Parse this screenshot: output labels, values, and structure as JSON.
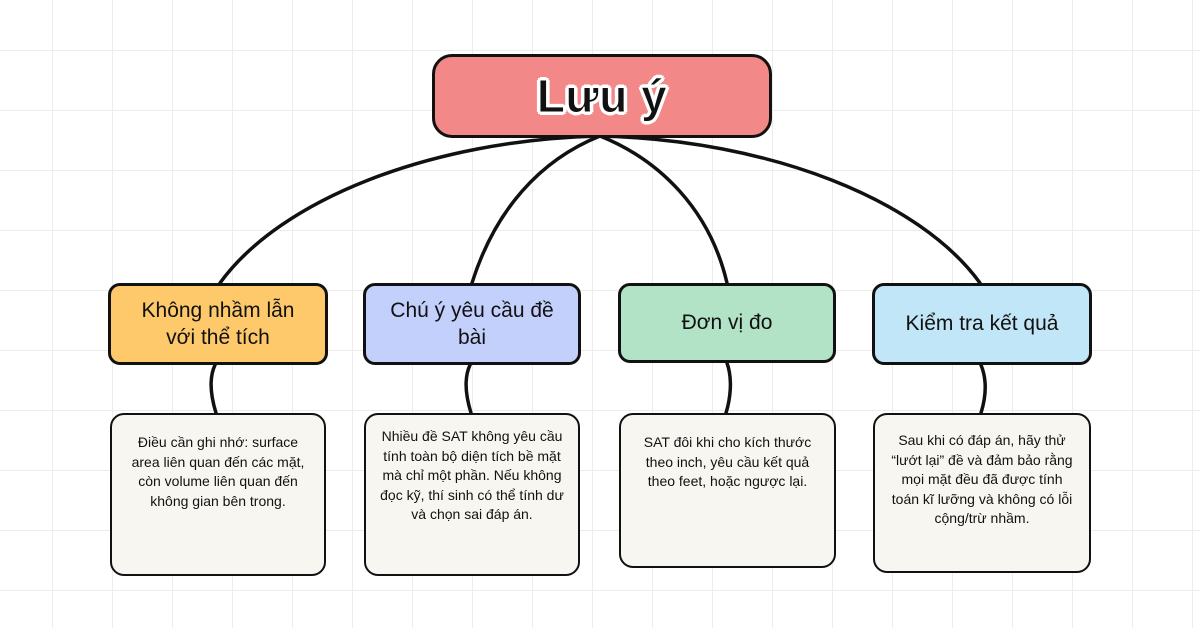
{
  "title": "Lưu ý",
  "categories": [
    {
      "label": "Không nhầm lẫn với thể tích",
      "color": "#fdc96b",
      "note": "Điều cần ghi nhớ: surface area liên quan đến các mặt, còn volume liên quan đến không gian bên trong."
    },
    {
      "label": "Chú ý yêu cầu đề bài",
      "color": "#c3d0fb",
      "note": "Nhiều đề SAT không yêu cầu tính toàn bộ diện tích bề mặt mà chỉ một phần. Nếu không đọc kỹ, thí sinh có thể tính dư và chọn sai đáp án."
    },
    {
      "label": "Đơn vị đo",
      "color": "#b3e3c6",
      "note": "SAT đôi khi cho kích thước theo inch, yêu cầu kết quả theo feet, hoặc ngược lại."
    },
    {
      "label": "Kiểm tra kết quả",
      "color": "#c0e6f7",
      "note": "Sau khi có đáp án, hãy thử “lướt lại” đề và đảm bảo rằng mọi mặt đều đã được tính toán kĩ lưỡng và không có lỗi cộng/trừ nhầm."
    }
  ],
  "colors": {
    "title_box": "#f38889",
    "note_bg": "#f8f6f0",
    "line": "#111111"
  }
}
